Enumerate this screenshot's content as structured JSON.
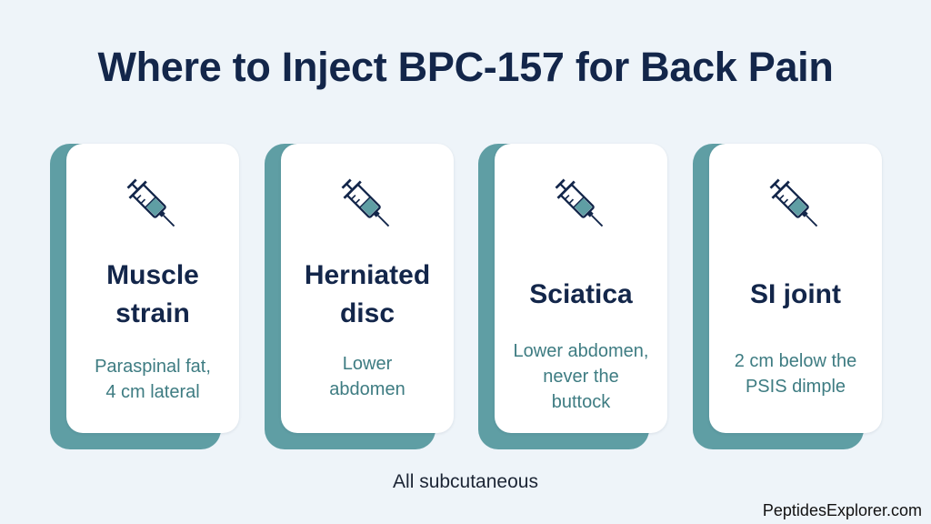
{
  "title": "Where to Inject BPC-157 for Back Pain",
  "cards": [
    {
      "heading": "Muscle\nstrain",
      "description": "Paraspinal fat,\n4 cm lateral",
      "icon": "syringe-icon"
    },
    {
      "heading": "Herniated\ndisc",
      "description": "Lower\nabdomen",
      "icon": "syringe-icon"
    },
    {
      "heading": "Sciatica",
      "description": "Lower abdomen,\nnever the\nbuttock",
      "icon": "syringe-icon"
    },
    {
      "heading": "SI joint",
      "description": "2 cm below the\nPSIS dimple",
      "icon": "syringe-icon"
    }
  ],
  "footer_note": "All subcutaneous",
  "watermark": "PeptidesExplorer.com",
  "colors": {
    "background": "#eef4f9",
    "title": "#13264a",
    "accent_teal": "#5f9ea4",
    "description_text": "#3e7c82",
    "card": "#ffffff"
  }
}
